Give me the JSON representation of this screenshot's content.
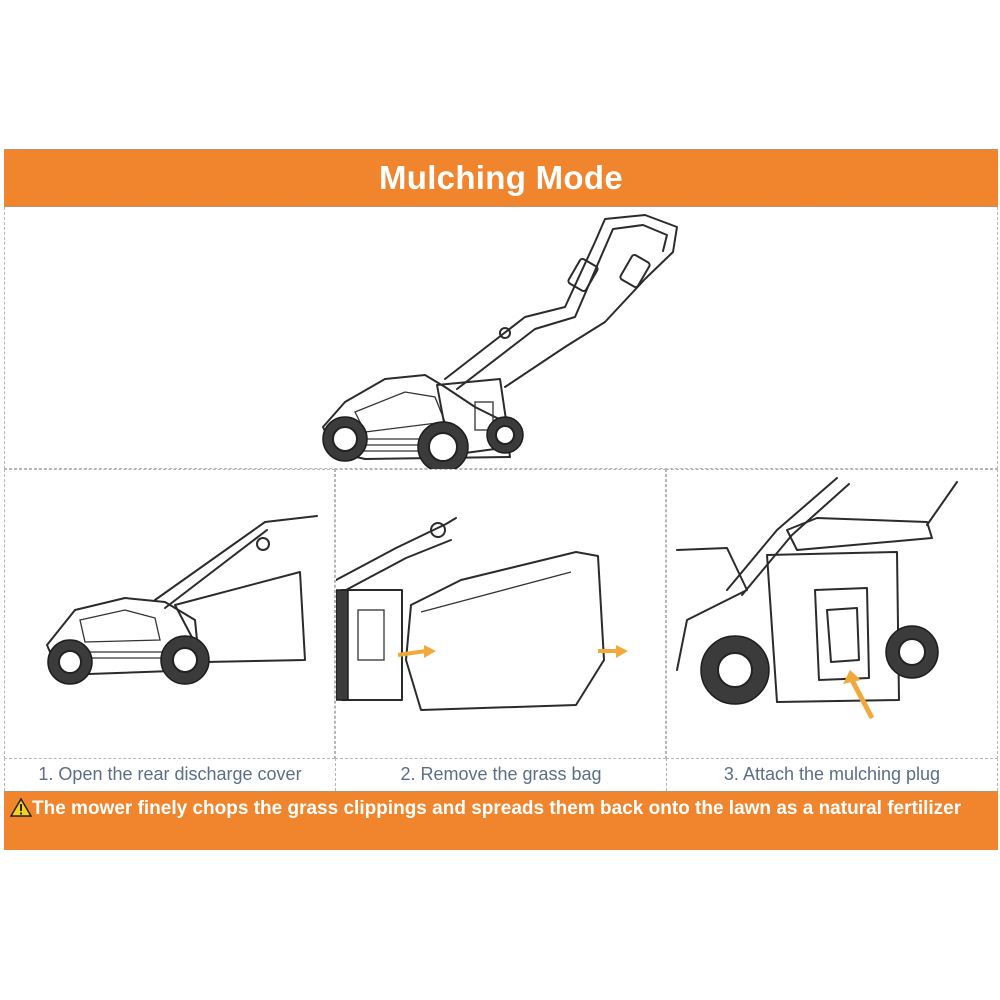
{
  "title": "Mulching Mode",
  "steps": [
    {
      "label": "1. Open the rear discharge cover"
    },
    {
      "label": "2. Remove the grass bag"
    },
    {
      "label": "3. Attach the mulching plug"
    }
  ],
  "note": {
    "icon": "warning-icon",
    "text": "The mower finely chops the grass clippings and spreads them back onto the lawn as a natural fertilizer"
  },
  "colors": {
    "banner": "#f0852d",
    "caption_text": "#5b6e86",
    "arrow": "#f2a93b"
  }
}
